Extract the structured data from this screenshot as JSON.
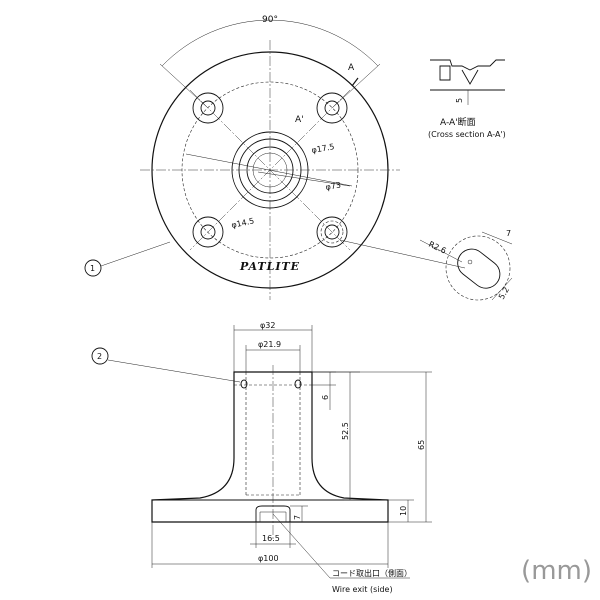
{
  "dims": {
    "angle": "90°",
    "section_a": "A",
    "section_a2": "A'",
    "d_17_5": "φ17.5",
    "d_73": "φ73",
    "d_14_5": "φ14.5",
    "r_2_6": "R2.6",
    "slot_7": "7",
    "slot_5_2": "5.2",
    "depth_5": "5",
    "d_32": "φ32",
    "d_21_9": "φ21.9",
    "h_6": "6",
    "h_52_5": "52.5",
    "h_65": "65",
    "h_10": "10",
    "h_7": "7",
    "w_16_5": "16.5",
    "d_100": "φ100"
  },
  "labels": {
    "section_title": "A-A'断面",
    "section_sub": "(Cross section A-A')",
    "brand": "PATLITE",
    "callout_1": "1",
    "callout_2": "2",
    "wire_exit_jp": "コード取出口（側面）",
    "wire_exit_en": "Wire exit (side)"
  },
  "unit": "(mm)"
}
